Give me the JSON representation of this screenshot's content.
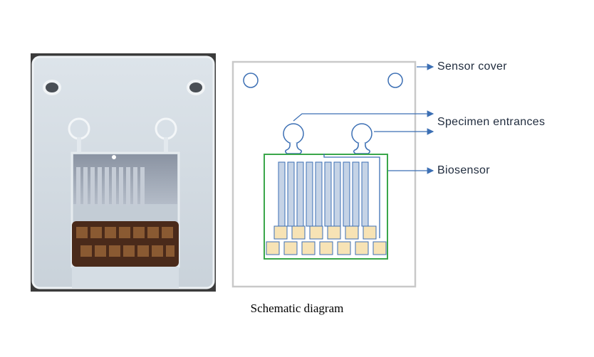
{
  "labels": {
    "sensor_cover": "Sensor cover",
    "specimen_entrances": "Specimen entrances",
    "biosensor": "Biosensor"
  },
  "caption": "Schematic diagram",
  "colors": {
    "outline_blue": "#3c6fb4",
    "biosensor_green": "#3aa64a",
    "electrode_fill": "#c5d3e6",
    "pad_fill": "#f7e3b5",
    "arrow_blue": "#3c6fb4"
  },
  "schematic": {
    "electrode_count": 10,
    "pad_rows": [
      6,
      7
    ]
  }
}
